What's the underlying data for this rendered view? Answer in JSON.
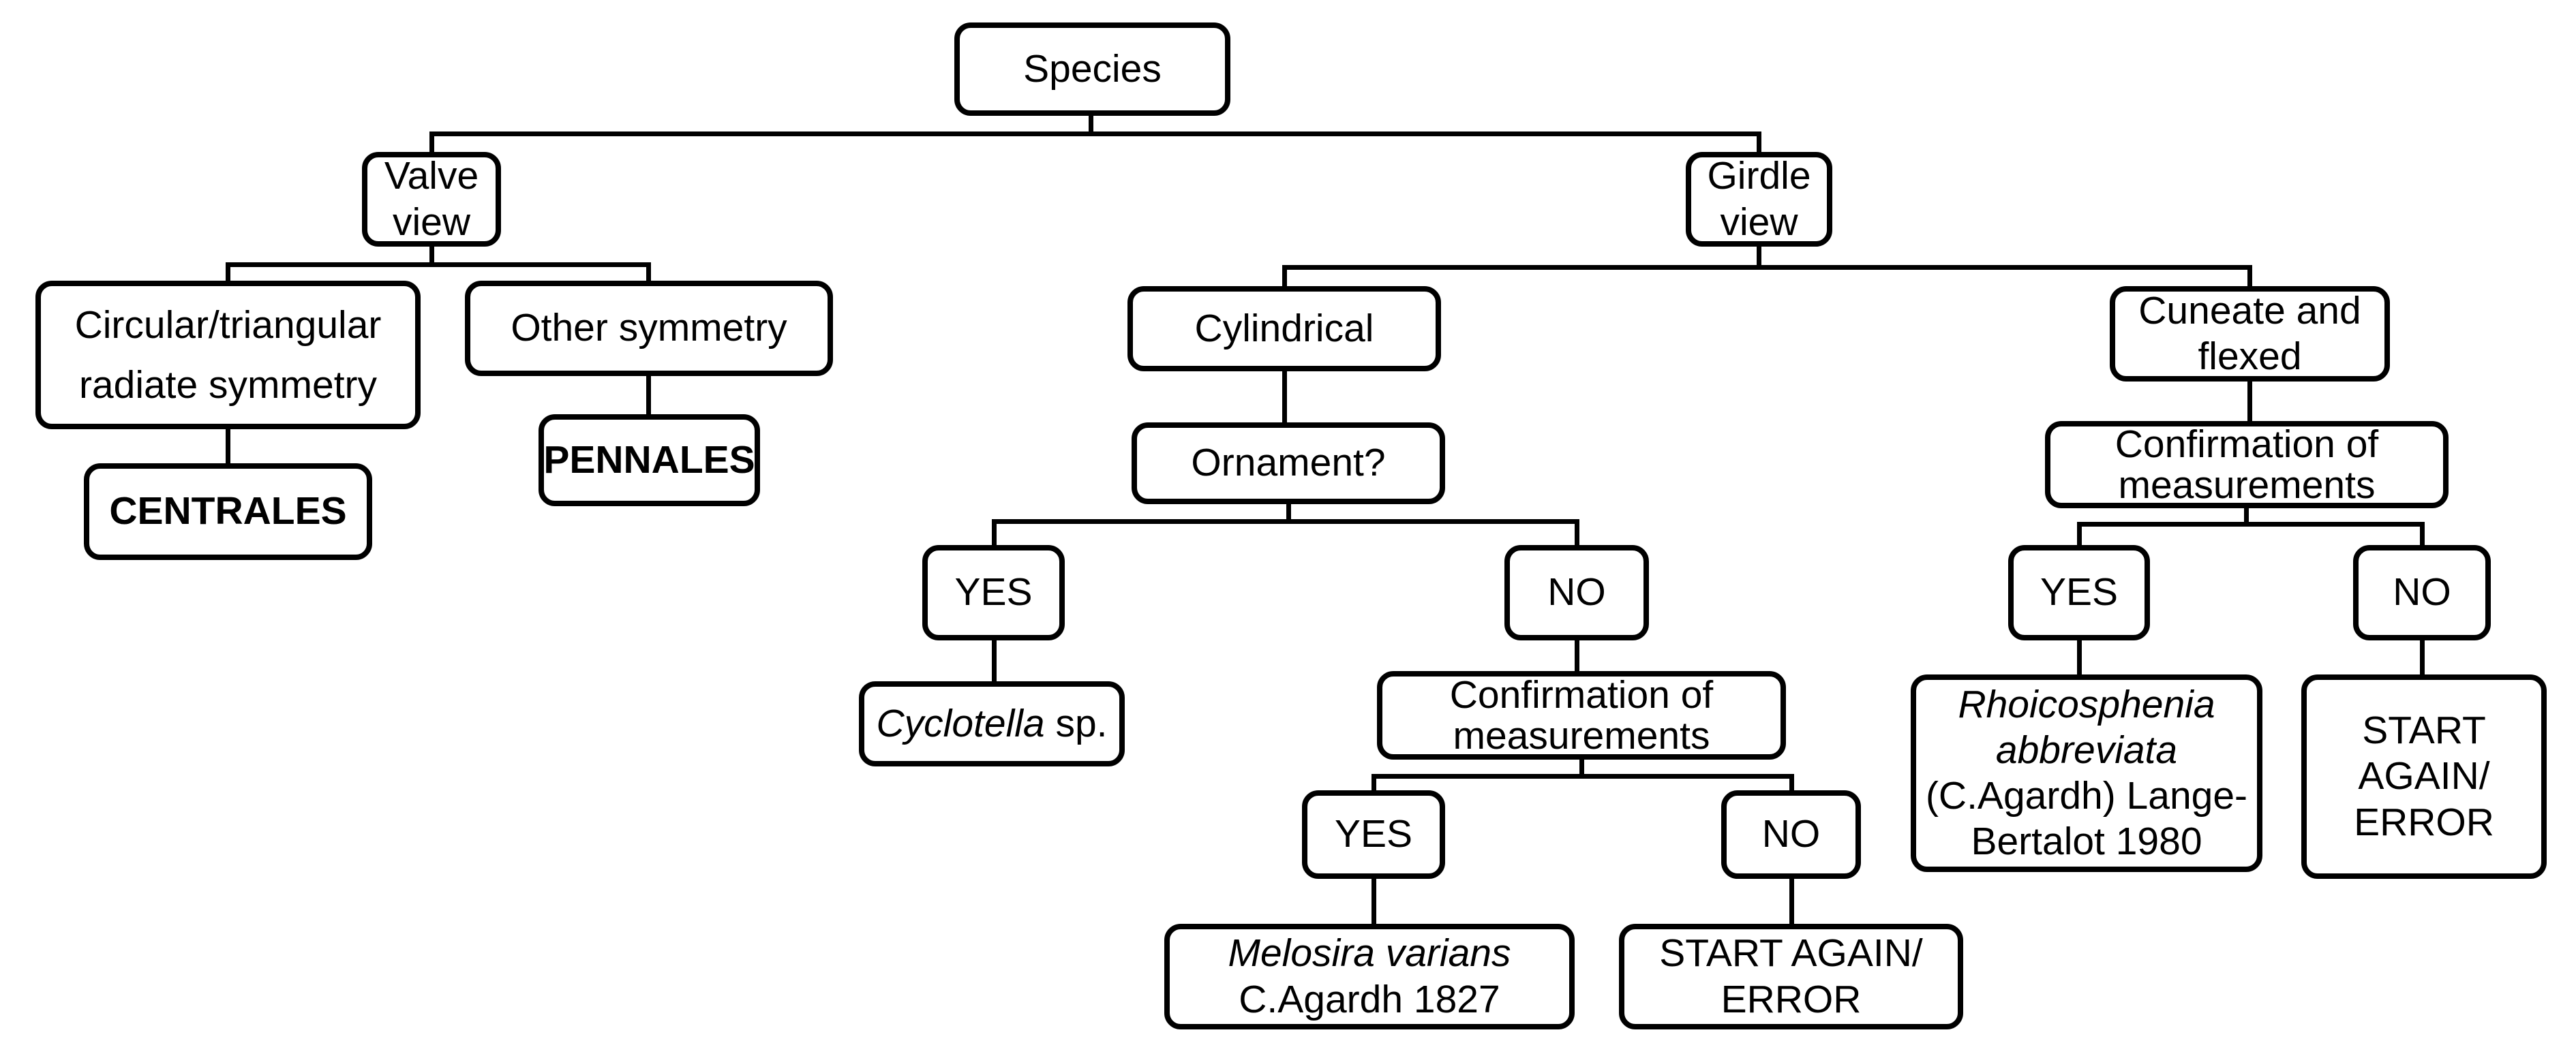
{
  "colors": {
    "line": "#000000",
    "box_border": "#000000",
    "text": "#000000",
    "background": "#ffffff"
  },
  "nodes": {
    "species": {
      "label": "Species"
    },
    "valve_view": {
      "label": "Valve\nview"
    },
    "girdle_view": {
      "label": "Girdle\nview"
    },
    "circular_radiate": {
      "label": "Circular/triangular\nradiate symmetry"
    },
    "other_symmetry": {
      "label": "Other symmetry"
    },
    "centrales": {
      "label": "CENTRALES"
    },
    "pennales": {
      "label": "PENNALES"
    },
    "cylindrical": {
      "label": "Cylindrical"
    },
    "ornament": {
      "label": "Ornament?"
    },
    "yes_ornament": {
      "label": "YES"
    },
    "no_ornament": {
      "label": "NO"
    },
    "cyclotella": {
      "genus_italic": "Cyclotella",
      "rest": " sp."
    },
    "confirmation_mid": {
      "label": "Confirmation of\nmeasurements"
    },
    "yes_mid": {
      "label": "YES"
    },
    "no_mid": {
      "label": "NO"
    },
    "melosira": {
      "name_italic": "Melosira varians",
      "authority": "\nC.Agardh 1827"
    },
    "start_again_mid": {
      "label": "START AGAIN/\nERROR"
    },
    "cuneate_flexed": {
      "label": "Cuneate and\nflexed"
    },
    "confirmation_right": {
      "label": "Confirmation of\nmeasurements"
    },
    "yes_right": {
      "label": "YES"
    },
    "no_right": {
      "label": "NO"
    },
    "rhoicosphenia": {
      "name_italic": "Rhoicosphenia\nabbreviata",
      "authority": "\n(C.Agardh) Lange-\nBertalot 1980"
    },
    "start_again_right": {
      "label": "START\nAGAIN/\nERROR"
    }
  },
  "edges": [
    [
      "species",
      "valve_view"
    ],
    [
      "species",
      "girdle_view"
    ],
    [
      "valve_view",
      "circular_radiate"
    ],
    [
      "valve_view",
      "other_symmetry"
    ],
    [
      "circular_radiate",
      "centrales"
    ],
    [
      "other_symmetry",
      "pennales"
    ],
    [
      "girdle_view",
      "cylindrical"
    ],
    [
      "girdle_view",
      "cuneate_flexed"
    ],
    [
      "cylindrical",
      "ornament"
    ],
    [
      "ornament",
      "yes_ornament"
    ],
    [
      "ornament",
      "no_ornament"
    ],
    [
      "yes_ornament",
      "cyclotella"
    ],
    [
      "no_ornament",
      "confirmation_mid"
    ],
    [
      "confirmation_mid",
      "yes_mid"
    ],
    [
      "confirmation_mid",
      "no_mid"
    ],
    [
      "yes_mid",
      "melosira"
    ],
    [
      "no_mid",
      "start_again_mid"
    ],
    [
      "cuneate_flexed",
      "confirmation_right"
    ],
    [
      "confirmation_right",
      "yes_right"
    ],
    [
      "confirmation_right",
      "no_right"
    ],
    [
      "yes_right",
      "rhoicosphenia"
    ],
    [
      "no_right",
      "start_again_right"
    ]
  ]
}
